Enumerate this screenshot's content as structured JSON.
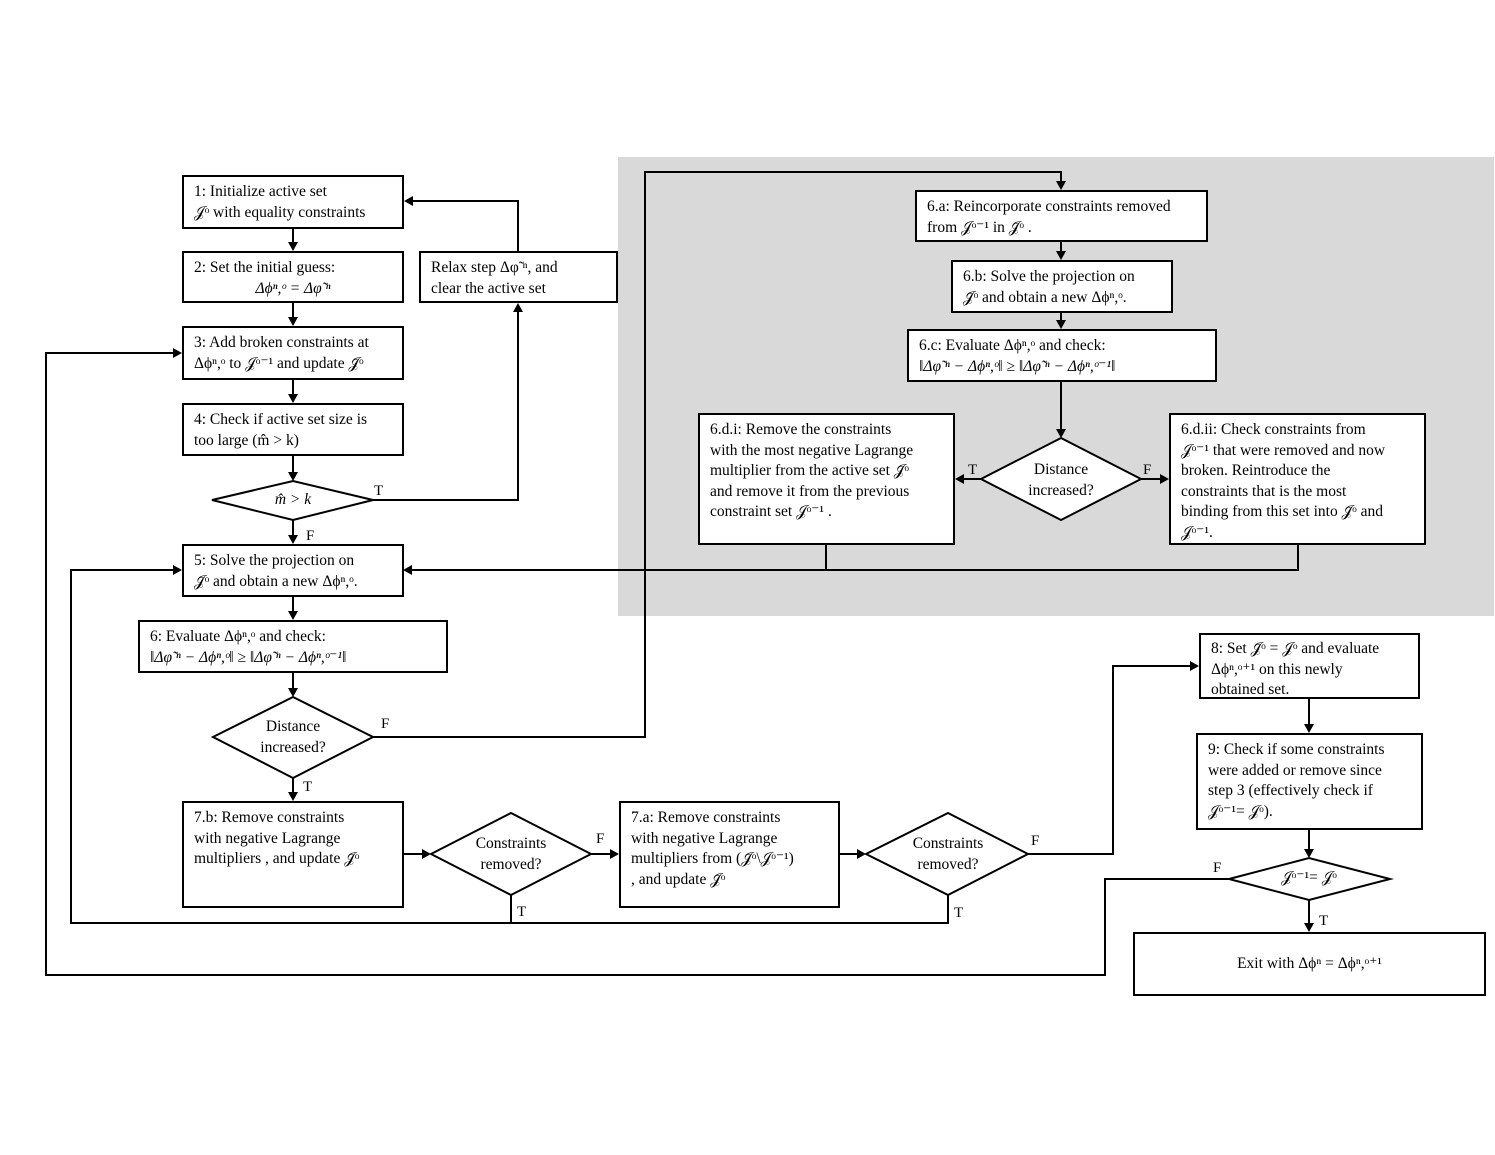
{
  "steps": {
    "s1": [
      "1: Initialize active set",
      "𝒥ᵒ with equality constraints"
    ],
    "s2": [
      "2: Set the initial guess:",
      "Δϕⁿ,ᵒ = Δφ̃ ⁿ"
    ],
    "s3": [
      "3: Add broken constraints at",
      "Δϕⁿ,ᵒ to 𝒥ᵒ⁻¹ and update 𝒥̃ᵒ"
    ],
    "s4": [
      "4: Check if active set size is",
      "too large (m̂  >  k)"
    ],
    "relax": [
      "Relax step  Δφ̃ ⁿ, and",
      "clear the active set"
    ],
    "s5": [
      "5: Solve the projection on",
      "𝒥̃ᵒ and obtain a new Δϕⁿ,ᵒ."
    ],
    "s6": [
      "6: Evaluate Δϕⁿ,ᵒ and check:",
      "‖Δφ̃ ⁿ − Δϕⁿ,ᵒ‖ ≥ ‖Δφ̃ ⁿ − Δϕⁿ,ᵒ⁻¹‖"
    ],
    "s6a": [
      "6.a: Reincorporate constraints removed",
      "from 𝒥ᵒ⁻¹ in 𝒥̃ᵒ ."
    ],
    "s6b": [
      "6.b: Solve the projection on",
      "𝒥̃ᵒ and obtain a new Δϕⁿ,ᵒ."
    ],
    "s6c": [
      "6.c: Evaluate Δϕⁿ,ᵒ and check:",
      "‖Δφ̃ ⁿ − Δϕⁿ,ᵒ‖ ≥ ‖Δφ̃ ⁿ − Δϕⁿ,ᵒ⁻¹‖"
    ],
    "s6di": [
      "6.d.i: Remove the constraints",
      "with the most negative Lagrange",
      "multiplier from the active set 𝒥̃ᵒ",
      "and remove it from the previous",
      "constraint set 𝒥ᵒ⁻¹ ."
    ],
    "s6dii": [
      "6.d.ii: Check constraints from",
      "𝒥ᵒ⁻¹ that were removed and now",
      "broken. Reintroduce the",
      "constraints that is the most",
      "binding from this set into 𝒥̃ᵒ  and",
      "𝒥ᵒ⁻¹."
    ],
    "s7b": [
      "7.b: Remove constraints",
      "with negative Lagrange",
      "multipliers , and update 𝒥̃ᵒ"
    ],
    "s7a": [
      "7.a: Remove constraints",
      "with negative Lagrange",
      "multipliers from (𝒥̃ᵒ\\𝒥ᵒ⁻¹)",
      ", and update 𝒥̃ᵒ"
    ],
    "s8": [
      "8: Set 𝒥̃ᵒ = 𝒥ᵒ and evaluate",
      "Δϕⁿ,ᵒ⁺¹ on this newly",
      "obtained set."
    ],
    "s9": [
      "9: Check if some constraints",
      "were added or remove since",
      "step 3 (effectively check if",
      "𝒥ᵒ⁻¹= 𝒥ᵒ)."
    ],
    "exit": "Exit with Δϕⁿ = Δϕⁿ,ᵒ⁺¹"
  },
  "decisions": {
    "mk": "m̂  >  k",
    "dist1": [
      "Distance",
      "increased?"
    ],
    "dist2": [
      "Distance",
      "increased?"
    ],
    "cons1": [
      "Constraints",
      "removed?"
    ],
    "cons2": [
      "Constraints",
      "removed?"
    ],
    "jeq": "𝒥ᵒ⁻¹= 𝒥ᵒ"
  },
  "branch_labels": {
    "mk_true": "T",
    "mk_false": "F",
    "dist1_false": "F",
    "dist1_true": "T",
    "dist2_true": "T",
    "dist2_false": "F",
    "cons1_false": "F",
    "cons1_true": "T",
    "cons2_false": "F",
    "cons2_true": "T",
    "jeq_false": "F",
    "jeq_true": "T"
  },
  "colors": {
    "shaded_region": "#d9d9d9",
    "lines": "#000000",
    "box_fill": "#ffffff"
  }
}
